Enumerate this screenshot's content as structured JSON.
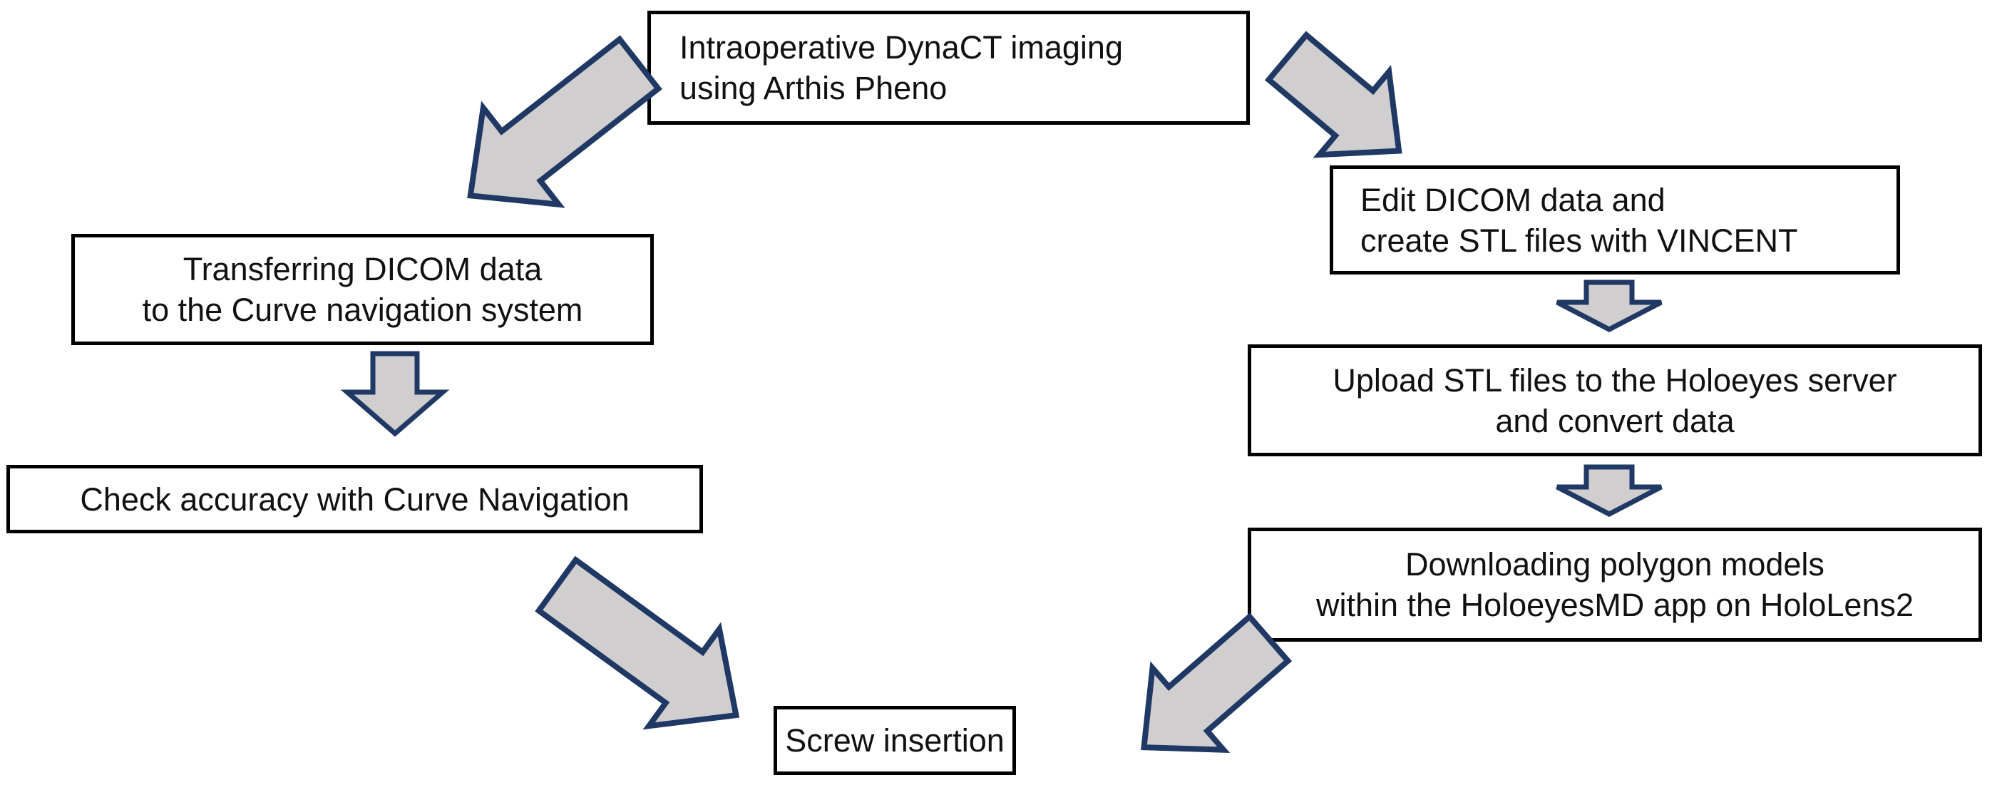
{
  "diagram": {
    "type": "flowchart",
    "colors": {
      "arrow_fill": "#d0cece",
      "arrow_outline": "#1f3864",
      "box_fill": "#ffffff",
      "box_border": "#000000",
      "text_color": "#111111",
      "background": "#ffffff"
    },
    "nodes": {
      "imaging": {
        "line1": "Intraoperative DynaCT imaging",
        "line2": "using Arthis Pheno"
      },
      "transfer": {
        "line1": "Transferring DICOM data",
        "line2": "to the Curve navigation system"
      },
      "check": {
        "line1": "Check accuracy with Curve Navigation"
      },
      "edit": {
        "line1": "Edit DICOM data and",
        "line2": "create STL files with VINCENT"
      },
      "upload": {
        "line1": "Upload STL files to the Holoeyes server",
        "line2": "and convert data"
      },
      "download": {
        "line1": "Downloading polygon models",
        "line2": "within the HoloeyesMD app on HoloLens2"
      },
      "screw": {
        "line1": "Screw insertion"
      }
    },
    "arrows": [
      {
        "name": "block-arrow-down-left",
        "from": "imaging",
        "to": "transfer"
      },
      {
        "name": "block-arrow-down-right",
        "from": "imaging",
        "to": "edit"
      },
      {
        "name": "block-arrow-down",
        "from": "transfer",
        "to": "check"
      },
      {
        "name": "block-arrow-down",
        "from": "edit",
        "to": "upload"
      },
      {
        "name": "block-arrow-down",
        "from": "upload",
        "to": "download"
      },
      {
        "name": "block-arrow-down-right",
        "from": "check",
        "to": "screw"
      },
      {
        "name": "block-arrow-down-left",
        "from": "download",
        "to": "screw"
      }
    ]
  }
}
